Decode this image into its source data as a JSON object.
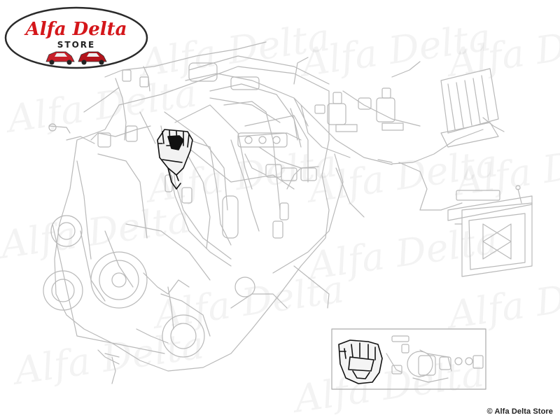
{
  "logo": {
    "brand_text": "Alfa Delta",
    "sub_text": "STORE",
    "brand_color": "#d4161a",
    "ring_color": "#2a2a2a",
    "car_colors": [
      "#c8202a",
      "#b3141c"
    ]
  },
  "watermark": {
    "text": "Alfa Delta"
  },
  "copyright": "© Alfa Delta Store",
  "colors": {
    "line": "#b9b9b9",
    "highlight": "#111111",
    "background": "#ffffff"
  },
  "highlighted_part": "distributor-cap"
}
